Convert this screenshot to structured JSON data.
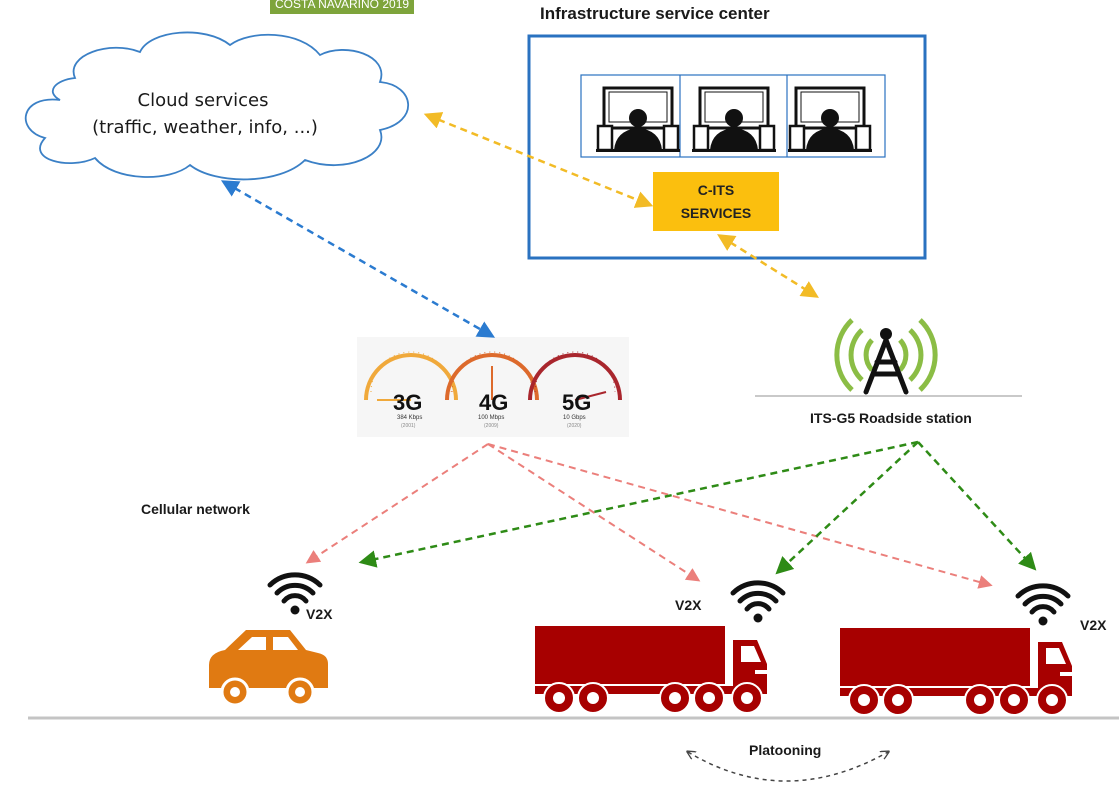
{
  "badge": "COSTA NAVARINO 2019",
  "infrastructure": {
    "title": "Infrastructure service center"
  },
  "cloud": {
    "line1": "Cloud services",
    "line2": "(traffic, weather, info, ...)"
  },
  "cits": {
    "line1": "C-ITS",
    "line2": "SERVICES"
  },
  "roadside": {
    "label": "ITS-G5 Roadside station"
  },
  "cellular": {
    "label": "Cellular network",
    "gauges": [
      {
        "name": "3G",
        "speed": "384 Kbps",
        "year": "(2001)",
        "color": "#f0a93b"
      },
      {
        "name": "4G",
        "speed": "100 Mbps",
        "year": "(2009)",
        "color": "#dd6a2c"
      },
      {
        "name": "5G",
        "speed": "10 Gbps",
        "year": "(2020)",
        "color": "#a9262d"
      }
    ]
  },
  "vehicles": {
    "car_v2x": "V2X",
    "truck1_v2x": "V2X",
    "truck2_v2x": "V2X"
  },
  "platooning": {
    "label": "Platooning"
  },
  "colors": {
    "cloud_link": "#2b7bd0",
    "its_link": "#f2bb26",
    "cellular_link": "#eb7f7b",
    "roadside_link": "#2e8b16",
    "truck": "#a70000",
    "car": "#e07a12",
    "antenna_wave": "#8bbd45",
    "box_border": "#2a72c0"
  }
}
